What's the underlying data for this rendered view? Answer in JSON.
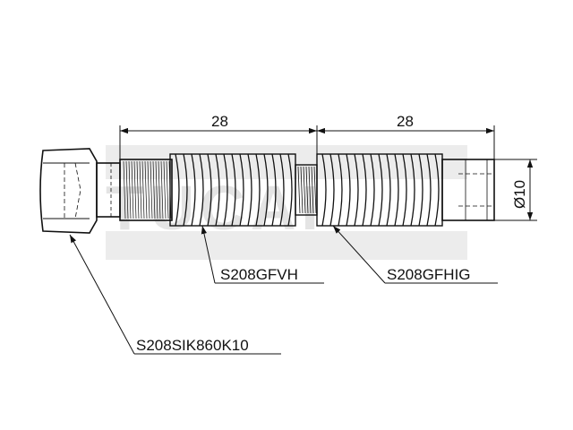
{
  "watermark": "TUCAI",
  "dimensions": {
    "left_length": "28",
    "right_length": "28",
    "diameter": "Ø10"
  },
  "parts": {
    "fitting_label": "S208SIK860K10",
    "left_hose_label": "S208GFVH",
    "right_hose_label": "S208GFHIG"
  },
  "colors": {
    "line": "#111111",
    "watermark": "#e2e2e2"
  }
}
